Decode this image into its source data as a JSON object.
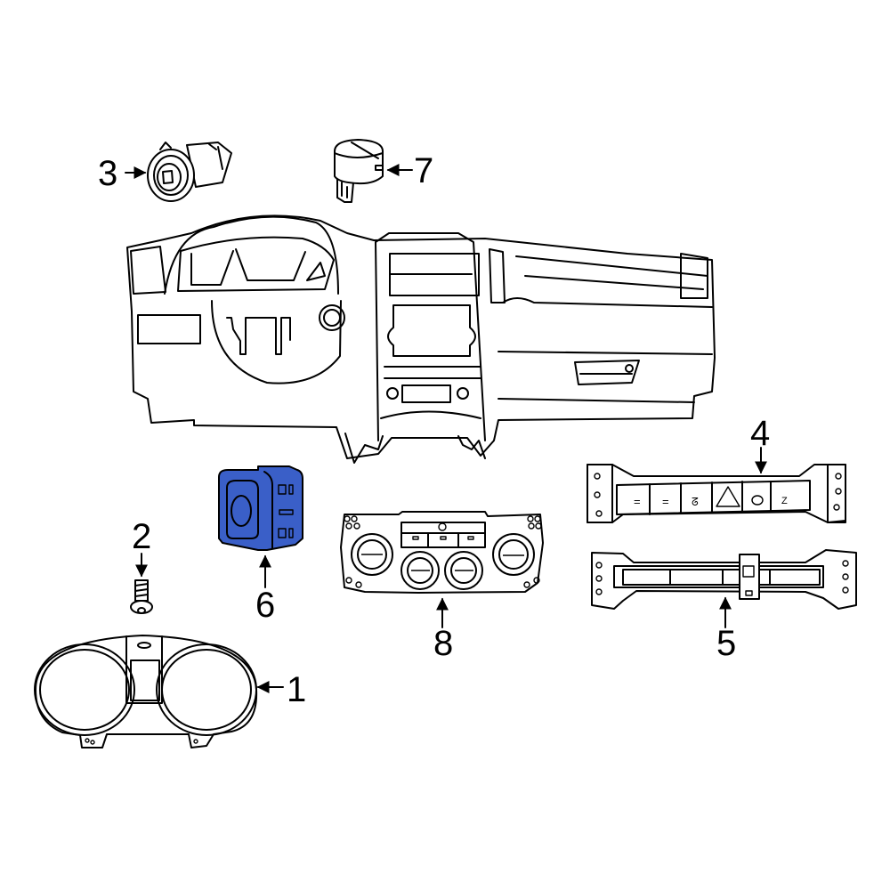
{
  "diagram": {
    "type": "exploded parts diagram",
    "subject": "instrument panel / dashboard components",
    "highlight_color": "#3a5fc8",
    "highlighted_part": "6",
    "callouts": [
      {
        "number": "1",
        "part": "instrument-cluster"
      },
      {
        "number": "2",
        "part": "screw"
      },
      {
        "number": "3",
        "part": "ignition-switch"
      },
      {
        "number": "4",
        "part": "switch-panel"
      },
      {
        "number": "5",
        "part": "switch-bracket"
      },
      {
        "number": "6",
        "part": "headlamp-switch"
      },
      {
        "number": "7",
        "part": "push-button-switch"
      },
      {
        "number": "8",
        "part": "climate-control-unit"
      }
    ],
    "switch_panel_icons": [
      "=",
      "=",
      "seat-heat",
      "hazard-triangle",
      "circle",
      "z-bar"
    ]
  }
}
